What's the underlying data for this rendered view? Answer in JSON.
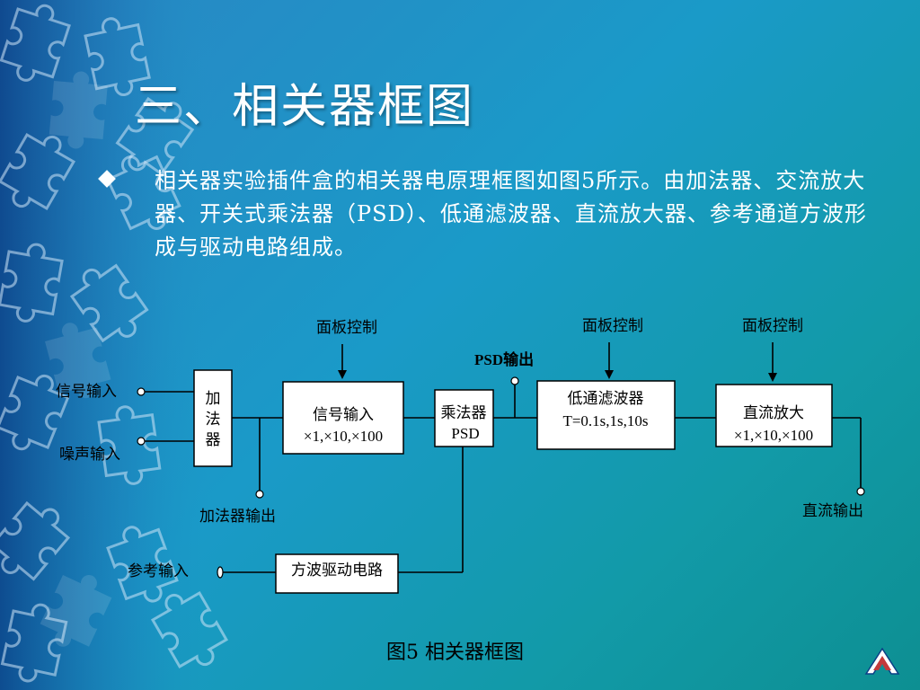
{
  "title": "三、相关器框图",
  "bullet_text": "相关器实验插件盒的相关器电原理框图如图5所示。由加法器、交流放大器、开关式乘法器（PSD）、低通滤波器、直流放大器、参考通道方波形成与驱动电路组成。",
  "diagram": {
    "panel_control_1": "面板控制",
    "panel_control_2": "面板控制",
    "panel_control_3": "面板控制",
    "psd_output": "PSD输出",
    "signal_input": "信号输入",
    "noise_input": "噪声输入",
    "adder_block": [
      "加",
      "法",
      "器"
    ],
    "amp_block": [
      "信号输入",
      "×1,×10,×100"
    ],
    "multiplier_block": [
      "乘法器",
      "PSD"
    ],
    "lpf_block": [
      "低通滤波器",
      "T=0.1s,1s,10s"
    ],
    "dc_amp_block": [
      "直流放大",
      "×1,×10,×100"
    ],
    "adder_output": "加法器输出",
    "dc_output": "直流输出",
    "reference_input": "参考输入",
    "square_wave_block": "方波驱动电路"
  },
  "caption": "图5  相关器框图",
  "colors": {
    "title": "#ffffff",
    "accent": "#1a9ac8"
  }
}
